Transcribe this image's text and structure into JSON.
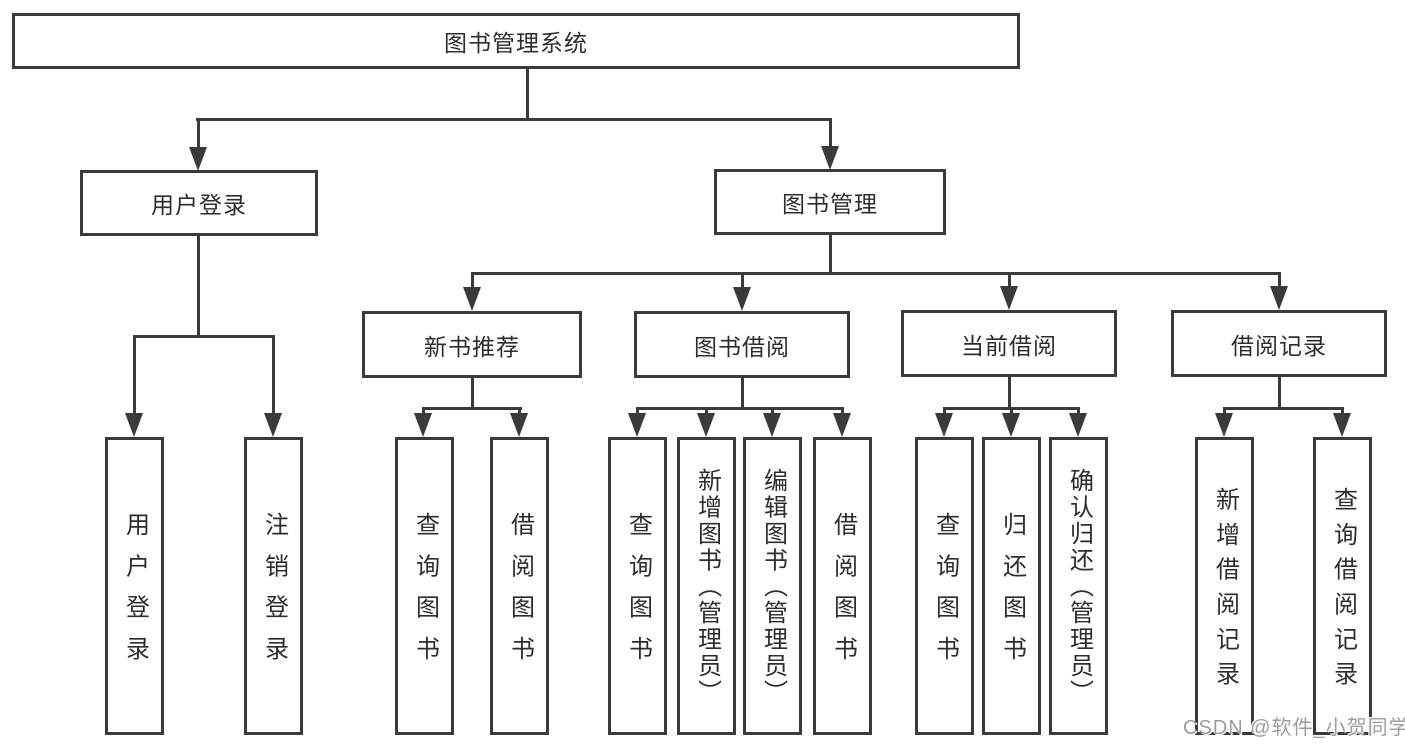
{
  "diagram": {
    "type": "hierarchy",
    "title": "图书管理系统"
  },
  "colors": {
    "line": "#3a3a3a",
    "text": "#2d2d2d",
    "background": "#ffffff",
    "watermark": "#9d9d9d"
  },
  "tree": {
    "root": {
      "label": "图书管理系统"
    },
    "branches": [
      {
        "label": "用户登录",
        "children": [
          {
            "label": "用户登录"
          },
          {
            "label": "注销登录"
          }
        ]
      },
      {
        "label": "图书管理",
        "children": [
          {
            "label": "新书推荐",
            "children": [
              {
                "label": "查询图书"
              },
              {
                "label": "借阅图书"
              }
            ]
          },
          {
            "label": "图书借阅",
            "children": [
              {
                "label": "查询图书"
              },
              {
                "label": "新增图书（管理员）"
              },
              {
                "label": "编辑图书（管理员）"
              },
              {
                "label": "借阅图书"
              }
            ]
          },
          {
            "label": "当前借阅",
            "children": [
              {
                "label": "查询图书"
              },
              {
                "label": "归还图书"
              },
              {
                "label": "确认归还（管理员）"
              }
            ]
          },
          {
            "label": "借阅记录",
            "children": [
              {
                "label": "新增借阅记录"
              },
              {
                "label": "查询借阅记录"
              }
            ]
          }
        ]
      }
    ]
  },
  "watermark": {
    "text": "CSDN @软件_小贺同学"
  }
}
